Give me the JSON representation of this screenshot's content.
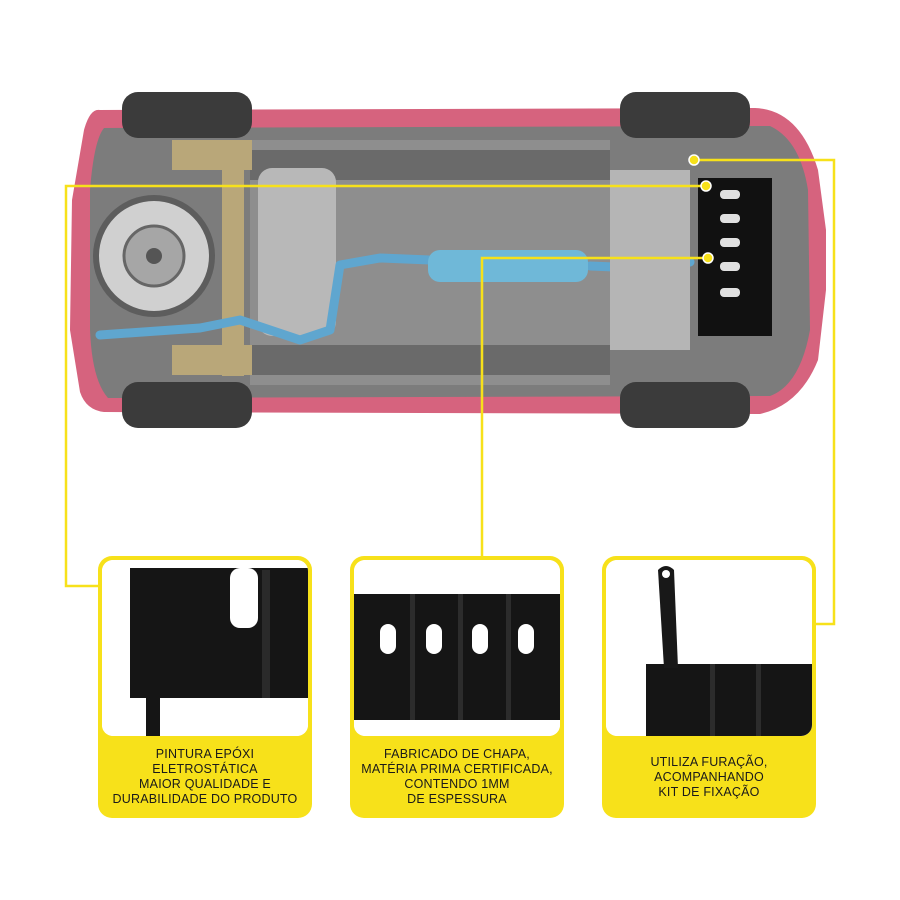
{
  "accent_color": "#f7e11a",
  "car_body_color": "#d6637e",
  "callouts": [
    {
      "id": "paint",
      "lines": [
        "PINTURA EPÓXI",
        "ELETROSTÁTICA",
        "MAIOR QUALIDADE E",
        "DURABILIDADE DO PRODUTO"
      ]
    },
    {
      "id": "material",
      "lines": [
        "FABRICADO DE CHAPA,",
        "MATÉRIA PRIMA CERTIFICADA,",
        "CONTENDO 1MM",
        "DE ESPESSURA"
      ]
    },
    {
      "id": "fixing",
      "lines": [
        "UTILIZA FURAÇÃO,",
        "ACOMPANHANDO",
        "KIT DE FIXAÇÃO"
      ]
    }
  ]
}
